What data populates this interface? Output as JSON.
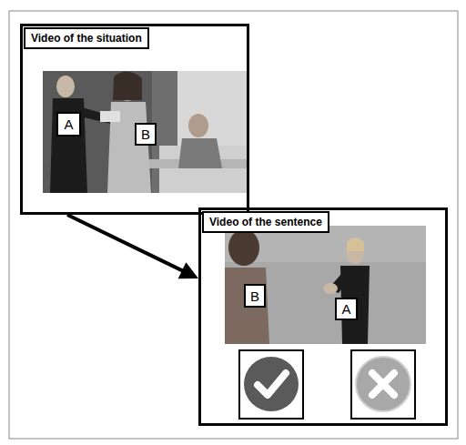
{
  "diagram": {
    "nodes": [
      {
        "text": [
          "Video of the situation"
        ]
      },
      {
        "text": [
          "A"
        ],
        "in": 0
      },
      {
        "text": [
          "B"
        ],
        "in": 0
      },
      {
        "text": [
          "Video of the sentence"
        ]
      },
      {
        "text": [
          "B"
        ],
        "in": 3
      },
      {
        "text": [
          "A"
        ],
        "in": 3
      }
    ],
    "edges": [
      {
        "from": 0,
        "to": 3,
        "arrow": "to"
      }
    ]
  }
}
